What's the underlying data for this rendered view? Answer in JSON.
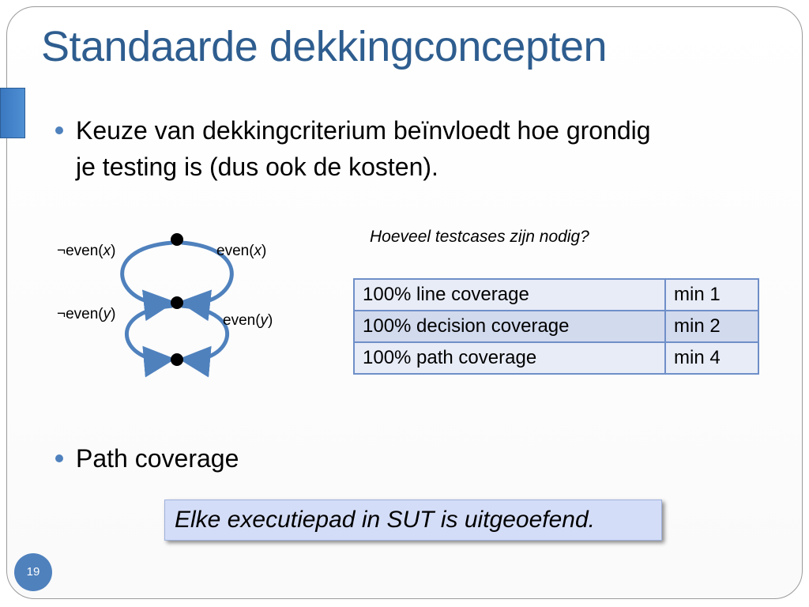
{
  "slide": {
    "title": "Standaarde dekkingconcepten",
    "page_number": "19"
  },
  "bullets": [
    {
      "line1": "Keuze van dekkingcriterium beïnvloedt hoe grondig",
      "line2": "je testing is (dus ook de kosten)."
    },
    {
      "line1": "Path coverage"
    }
  ],
  "graph": {
    "labels": {
      "not_even_x": {
        "neg": "¬",
        "pre": "even(",
        "var": "x",
        "post": ")"
      },
      "even_x": {
        "pre": "even(",
        "var": "x",
        "post": ")"
      },
      "not_even_y": {
        "neg": "¬",
        "pre": "even(",
        "var": "y",
        "post": ")"
      },
      "even_y": {
        "pre": "even(",
        "var": "y",
        "post": ")"
      }
    },
    "colors": {
      "edge": "#4f81bd",
      "node": "#000000"
    }
  },
  "question": "Hoeveel testcases zijn nodig?",
  "table": {
    "rows": [
      {
        "criterion": "100% line coverage",
        "min": "min 1"
      },
      {
        "criterion": "100% decision coverage",
        "min": "min 2"
      },
      {
        "criterion": "100% path coverage",
        "min": "min 4"
      }
    ]
  },
  "callout": "Elke executiepad in SUT is uitgeoefend.",
  "colors": {
    "title": "#2e5d8f",
    "accent": "#4f81bd",
    "table_border": "#6f8fc8",
    "callout_bg": "#d4ddf7"
  }
}
